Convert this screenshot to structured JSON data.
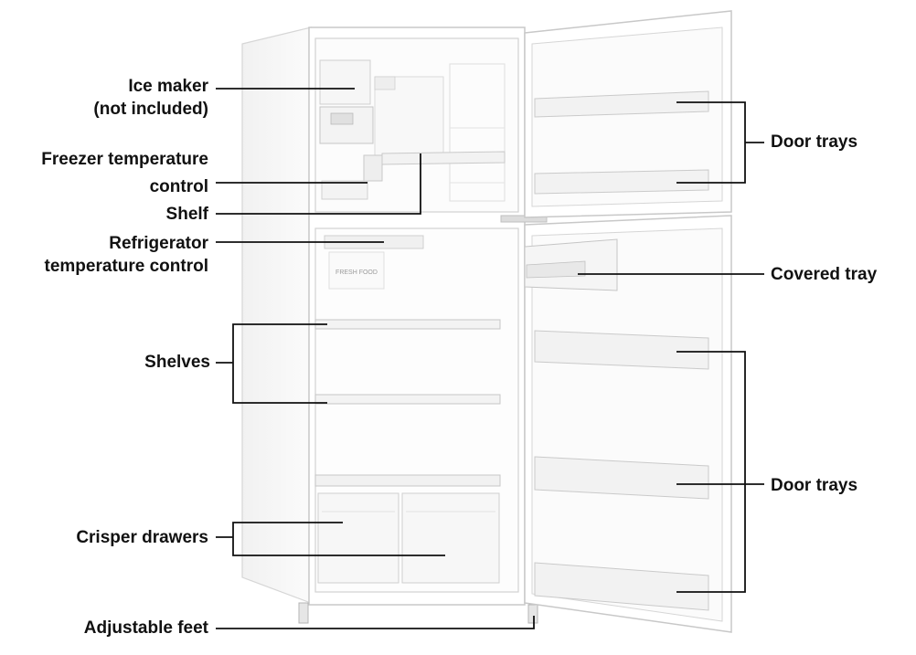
{
  "labels": {
    "ice_maker": {
      "line1": "Ice maker",
      "line2": "(not included)"
    },
    "freezer_temp": {
      "line1": "Freezer temperature",
      "line2": "control"
    },
    "shelf": "Shelf",
    "fridge_temp": {
      "line1": "Refrigerator",
      "line2": "temperature control"
    },
    "shelves": "Shelves",
    "crisper": "Crisper drawers",
    "feet": "Adjustable feet",
    "door_trays_top": "Door trays",
    "covered_tray": "Covered tray",
    "door_trays_bottom": "Door trays"
  },
  "panel_text": {
    "fridge_panel": "FRESH FOOD"
  },
  "colors": {
    "line": "#111111",
    "outline": "#c8c8c8",
    "body": "#ffffff"
  }
}
